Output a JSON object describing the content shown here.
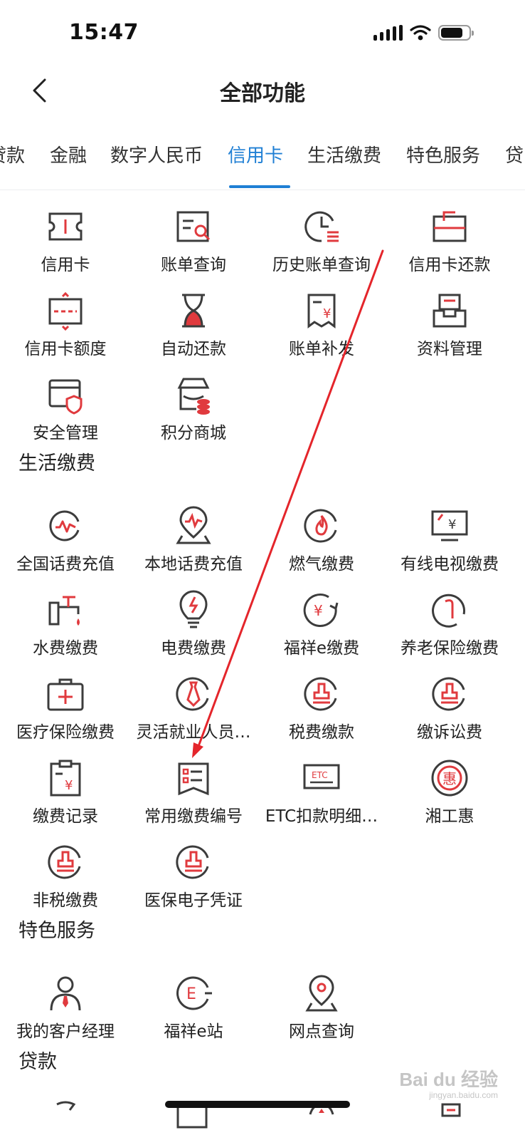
{
  "status": {
    "time": "15:47"
  },
  "header": {
    "title": "全部功能"
  },
  "tabs": [
    {
      "label": "贷款",
      "active": false
    },
    {
      "label": "金融",
      "active": false
    },
    {
      "label": "数字人民币",
      "active": false
    },
    {
      "label": "信用卡",
      "active": true
    },
    {
      "label": "生活缴费",
      "active": false
    },
    {
      "label": "特色服务",
      "active": false
    },
    {
      "label": "贷",
      "active": false
    }
  ],
  "sections": {
    "credit": {
      "items": [
        {
          "label": "信用卡",
          "icon": "ticket-icon"
        },
        {
          "label": "账单查询",
          "icon": "bill-search-icon"
        },
        {
          "label": "历史账单查询",
          "icon": "history-clock-icon"
        },
        {
          "label": "信用卡还款",
          "icon": "card-repay-icon"
        },
        {
          "label": "信用卡额度",
          "icon": "card-limit-icon"
        },
        {
          "label": "自动还款",
          "icon": "hourglass-icon"
        },
        {
          "label": "账单补发",
          "icon": "receipt-yen-icon"
        },
        {
          "label": "资料管理",
          "icon": "inbox-tray-icon"
        },
        {
          "label": "安全管理",
          "icon": "card-shield-icon"
        },
        {
          "label": "积分商城",
          "icon": "shop-coins-icon"
        }
      ]
    },
    "life": {
      "title": "生活缴费",
      "items": [
        {
          "label": "全国话费充值",
          "icon": "phone-pulse-icon"
        },
        {
          "label": "本地话费充值",
          "icon": "location-pulse-icon"
        },
        {
          "label": "燃气缴费",
          "icon": "flame-icon"
        },
        {
          "label": "有线电视缴费",
          "icon": "tv-yen-icon"
        },
        {
          "label": "水费缴费",
          "icon": "faucet-icon"
        },
        {
          "label": "电费缴费",
          "icon": "lightbulb-icon"
        },
        {
          "label": "福祥e缴费",
          "icon": "yen-cycle-icon"
        },
        {
          "label": "养老保险缴费",
          "icon": "cane-icon"
        },
        {
          "label": "医疗保险缴费",
          "icon": "medical-kit-icon"
        },
        {
          "label": "灵活就业人员…",
          "icon": "tie-icon"
        },
        {
          "label": "税费缴款",
          "icon": "stamp-icon"
        },
        {
          "label": "缴诉讼费",
          "icon": "stamp-icon"
        },
        {
          "label": "缴费记录",
          "icon": "clipboard-yen-icon"
        },
        {
          "label": "常用缴费编号",
          "icon": "list-bookmark-icon"
        },
        {
          "label": "ETC扣款明细…",
          "icon": "etc-icon"
        },
        {
          "label": "湘工惠",
          "icon": "hui-badge-icon"
        },
        {
          "label": "非税缴费",
          "icon": "stamp-icon"
        },
        {
          "label": "医保电子凭证",
          "icon": "stamp-icon"
        }
      ]
    },
    "special": {
      "title": "特色服务",
      "items": [
        {
          "label": "我的客户经理",
          "icon": "manager-icon"
        },
        {
          "label": "福祥e站",
          "icon": "e-station-icon"
        },
        {
          "label": "网点查询",
          "icon": "map-pin-icon"
        }
      ]
    },
    "loan": {
      "title": "贷款"
    }
  },
  "watermark": {
    "text": "Bai du 经验",
    "sub": "jingyan.baidu.com"
  },
  "colors": {
    "accent": "#1f7fd4",
    "icon_red": "#e03a3e",
    "icon_dark": "#3c3c3c"
  }
}
